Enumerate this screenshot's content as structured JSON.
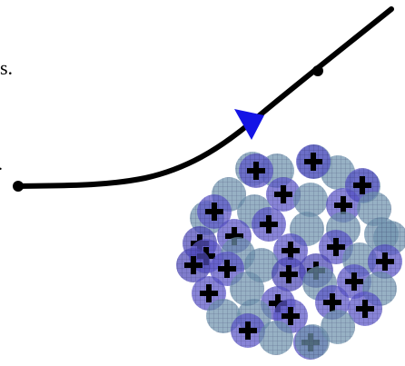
{
  "text_fragments": {
    "top": "s.",
    "bottom": "."
  },
  "trajectory": {
    "direction": "upper-right",
    "line_color": "#000000",
    "arrow_color": "#1414e6"
  },
  "nucleus": {
    "particle_types": [
      "proton",
      "neutron"
    ],
    "proton_symbol": "+",
    "proton_color": "#5a55c8",
    "neutron_color": "#6f93ad",
    "mixed_color": "#4e4ab9",
    "hatch_color": "#2a2a5a"
  }
}
